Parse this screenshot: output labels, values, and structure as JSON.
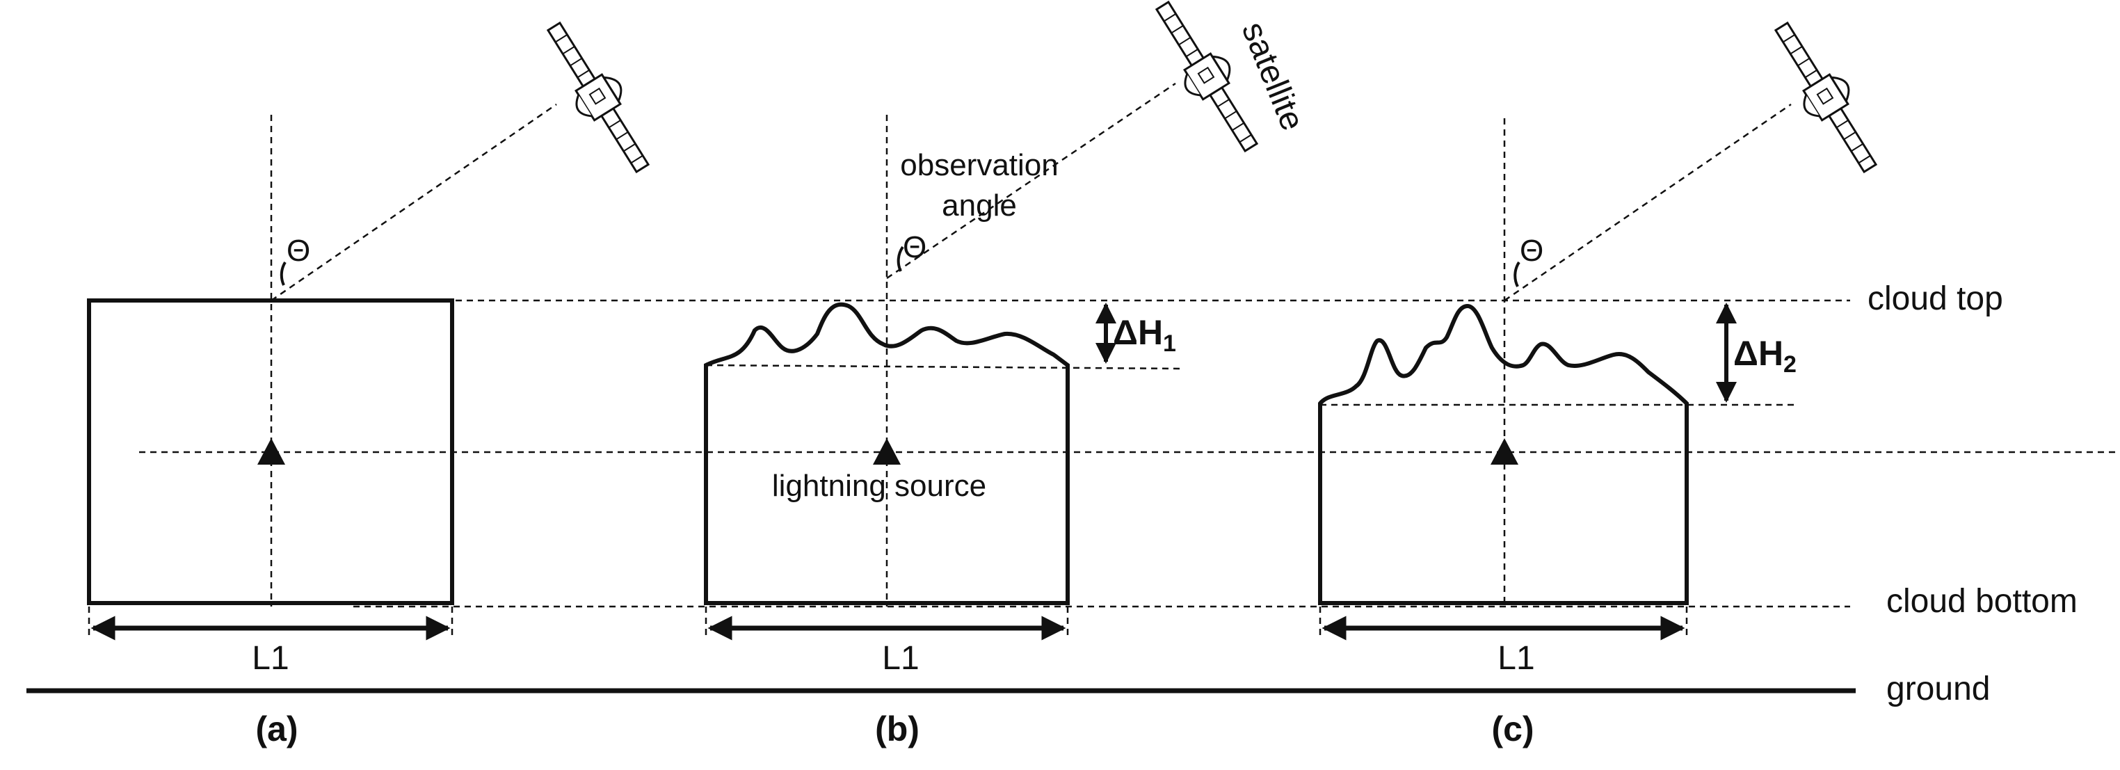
{
  "labels": {
    "satellite": "satellite",
    "observation_angle_line1": "observation",
    "observation_angle_line2": "angle",
    "theta": "Θ",
    "cloud_top": "cloud top",
    "cloud_bottom": "cloud bottom",
    "ground": "ground",
    "lightning_source": "lightning source",
    "delta_h1_main": "ΔH",
    "delta_h1_sub": "1",
    "delta_h2_main": "ΔH",
    "delta_h2_sub": "2"
  },
  "panels": [
    {
      "id": "a",
      "caption": "(a)",
      "width_label": "L1"
    },
    {
      "id": "b",
      "caption": "(b)",
      "width_label": "L1"
    },
    {
      "id": "c",
      "caption": "(c)",
      "width_label": "L1"
    }
  ]
}
